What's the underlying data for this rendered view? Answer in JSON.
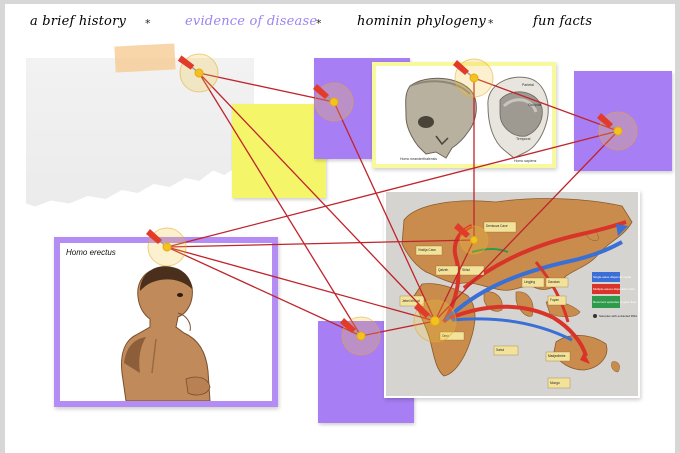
{
  "nav": {
    "items": [
      {
        "label": "a brief history",
        "color": "#111111"
      },
      {
        "label": "evidence of disease",
        "color": "#9d84f0"
      },
      {
        "label": "hominin phylogeny",
        "color": "#111111"
      },
      {
        "label": "fun facts",
        "color": "#111111"
      }
    ],
    "separator": "*"
  },
  "skulls": {
    "caption_left": "Homo neanderthalensis",
    "caption_right": "Homo sapiens",
    "label_a": "Parietal",
    "label_b": "Occipital",
    "label_c": "Temporal",
    "label_d": "Frontal"
  },
  "erectus": {
    "caption": "Homo erectus"
  },
  "map": {
    "legend": [
      {
        "label": "Single-wave dispersal model",
        "color": "#3a6fd6"
      },
      {
        "label": "Multiple-waves dispersal model",
        "color": "#d8342a"
      },
      {
        "label": "Recurrent episodes of gene flow",
        "color": "#2e9a4a"
      },
      {
        "label": "Samples with extracted DNA",
        "color": "#333333"
      }
    ],
    "site_labels": [
      "Denisova Cave",
      "Vindija Cave",
      "Qafzeh",
      "Skhul",
      "Jebel Irhoud",
      "Omo",
      "Lingjing",
      "Daoxian",
      "Fuyan",
      "Mungo",
      "Madjedbebe",
      "Sahul"
    ]
  },
  "colors": {
    "yellow_note": "#f5f56a",
    "purple_note": "#a87ef4",
    "string": "#c0242c",
    "pin": "#e23b2a"
  }
}
